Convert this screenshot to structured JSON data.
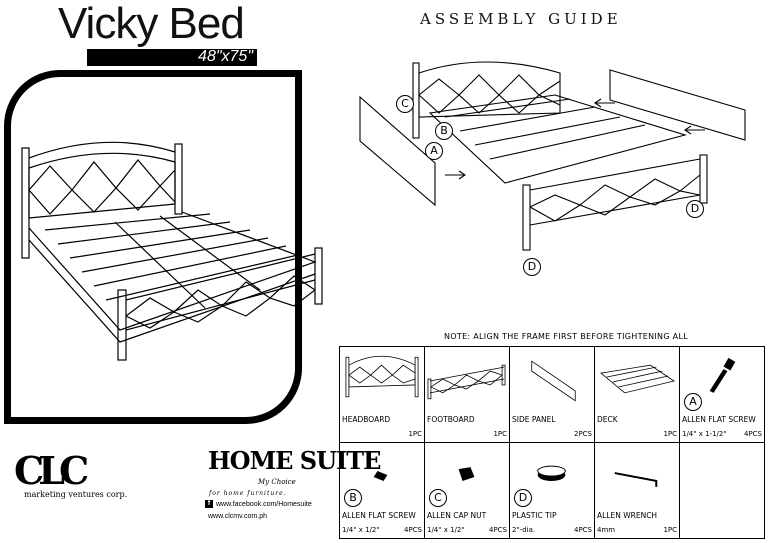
{
  "product": {
    "name": "Vicky Bed",
    "size": "48\"x75\""
  },
  "guide_title": "ASSEMBLY GUIDE",
  "diagram_labels": {
    "a": "A",
    "b": "B",
    "c": "C",
    "d": "D"
  },
  "note": "NOTE: ALIGN THE FRAME FIRST BEFORE TIGHTENING ALL",
  "parts": [
    {
      "name": "HEADBOARD",
      "qty": "1PC",
      "size": "",
      "letter": ""
    },
    {
      "name": "FOOTBOARD",
      "qty": "1PC",
      "size": "",
      "letter": ""
    },
    {
      "name": "SIDE PANEL",
      "qty": "2PCS",
      "size": "",
      "letter": ""
    },
    {
      "name": "DECK",
      "qty": "1PC",
      "size": "",
      "letter": ""
    },
    {
      "name": "ALLEN FLAT SCREW",
      "qty": "4PCS",
      "size": "1/4\" x 1-1/2\"",
      "letter": "A"
    },
    {
      "name": "ALLEN FLAT SCREW",
      "qty": "4PCS",
      "size": "1/4\" x 1/2\"",
      "letter": "B"
    },
    {
      "name": "ALLEN CAP NUT",
      "qty": "4PCS",
      "size": "1/4\" x 1/2\"",
      "letter": "C"
    },
    {
      "name": "PLASTIC TIP",
      "qty": "4PCS",
      "size": "2\"-dia.",
      "letter": "D"
    },
    {
      "name": "ALLEN WRENCH",
      "qty": "1PC",
      "size": "4mm",
      "letter": ""
    }
  ],
  "brand_left": {
    "logo": "CLC",
    "tagline": "marketing ventures corp."
  },
  "brand_right": {
    "logo": "HOME SUITE",
    "sub": "My Choice",
    "tagline": "for home furniture.",
    "facebook": "www.facebook.com/Homesuite",
    "website": "www.clcmv.com.ph"
  }
}
